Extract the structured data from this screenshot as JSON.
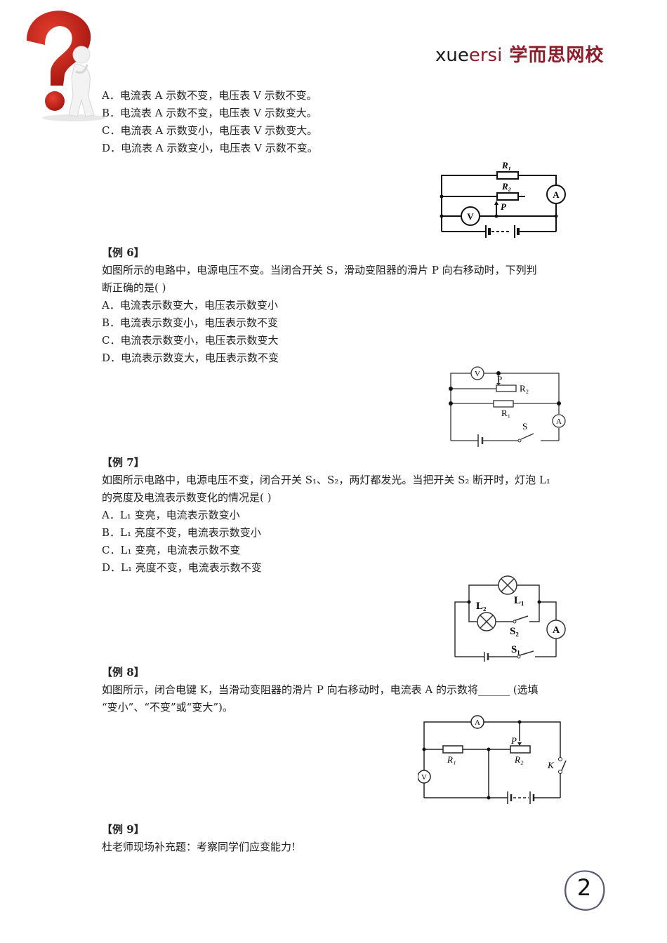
{
  "header": {
    "logo_latin_dark": "xue",
    "logo_latin_red": "ersi",
    "logo_chinese": "学而思网校",
    "brand_color": "#8b1e2b",
    "mascot_icon": "question-mark-figure"
  },
  "example5_options": [
    "A．电流表 A 示数不变，电压表 V 示数不变。",
    "B．电流表 A 示数不变，电压表 V 示数变大。",
    "C．电流表 A 示数变小，电压表 V 示数变大。",
    "D．电流表 A 示数变小，电压表 V 示数不变。"
  ],
  "example5_circuit": {
    "labels": {
      "r1": "R₁",
      "r2": "R₂",
      "p": "P",
      "voltmeter": "V",
      "ammeter": "A"
    }
  },
  "example6": {
    "heading": "【例 6】",
    "question_line1": "如图所示的电路中，电源电压不变。当闭合开关 S，滑动变阻器的滑片 P 向右移动时，下列判",
    "question_line2": "断正确的是(     )",
    "options": [
      "A．电流表示数变大，电压表示数变小",
      "B．电流表示数变小，电压表示数不变",
      "C．电流表示数变小，电压表示数变大",
      "D．电流表示数变大，电压表示数不变"
    ],
    "circuit": {
      "labels": {
        "voltmeter": "V",
        "p": "P",
        "r2": "R₂",
        "r1": "R₁",
        "ammeter": "A",
        "switch": "S"
      }
    }
  },
  "example7": {
    "heading": "【例 7】",
    "question_line1": "如图所示电路中，电源电压不变，闭合开关 S₁、S₂，两灯都发光。当把开关 S₂ 断开时，灯泡 L₁",
    "question_line2": "的亮度及电流表示数变化的情况是(     )",
    "options": [
      "A．L₁ 变亮，电流表示数变小",
      "B．L₁ 亮度不变，电流表示数变小",
      "C．L₁ 变亮，电流表示数不变",
      "D．L₁ 亮度不变，电流表示数不变"
    ],
    "circuit": {
      "labels": {
        "l1": "L₁",
        "l2": "L₂",
        "s2": "S₂",
        "s1": "S₁",
        "ammeter": "A"
      }
    }
  },
  "example8": {
    "heading": "【例 8】",
    "question_line1": "如图所示，闭合电键 K，当滑动变阻器的滑片 P 向右移动时，电流表 A 的示数将______ (选填",
    "question_line2": "“变小”、“不变”或“变大”)。",
    "circuit": {
      "labels": {
        "ammeter": "A",
        "p": "P",
        "r1": "R₁",
        "r2": "R₂",
        "k": "K",
        "voltmeter": "V"
      }
    }
  },
  "example9": {
    "heading": "【例 9】",
    "text": "杜老师现场补充题：考察同学们应变能力!"
  },
  "footer": {
    "page_number": "2"
  }
}
